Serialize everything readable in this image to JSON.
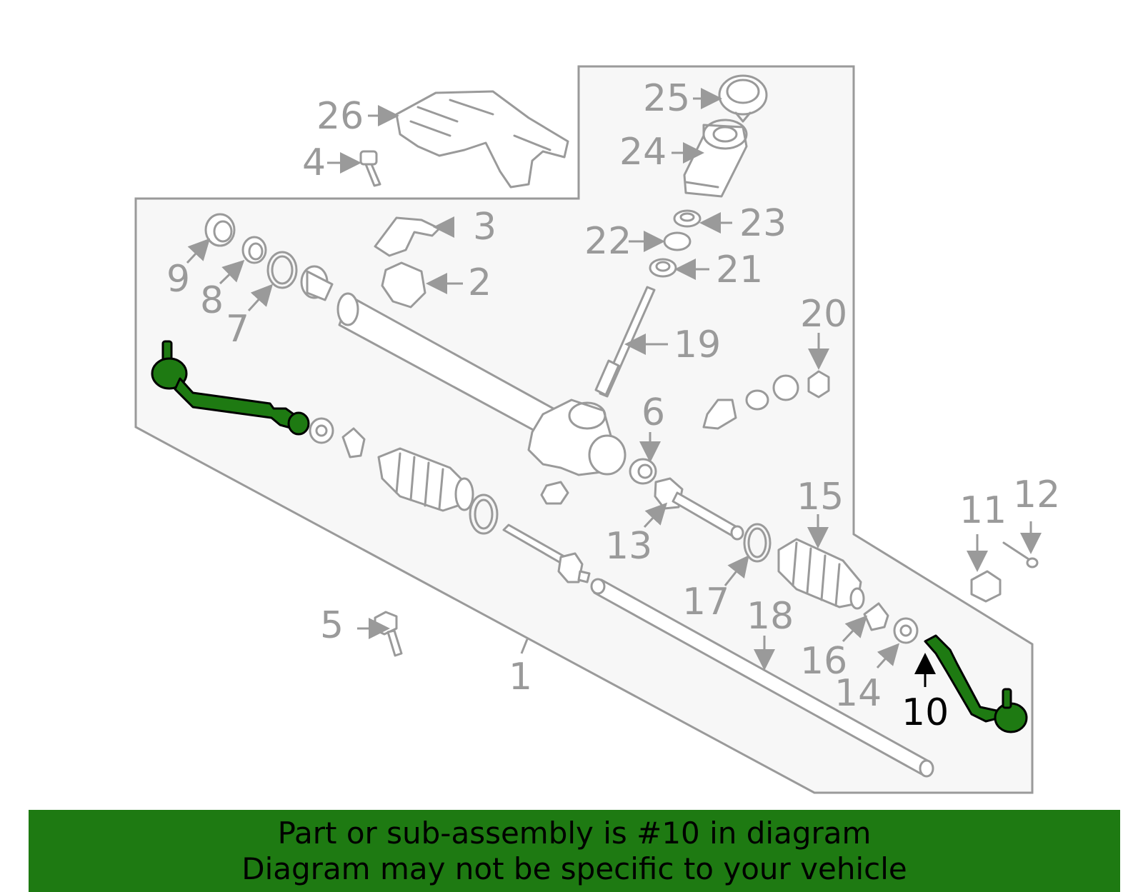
{
  "callouts": {
    "c1": "1",
    "c2": "2",
    "c3": "3",
    "c4": "4",
    "c5": "5",
    "c6": "6",
    "c7": "7",
    "c8": "8",
    "c9": "9",
    "c10": "10",
    "c11": "11",
    "c12": "12",
    "c13": "13",
    "c14": "14",
    "c15": "15",
    "c16": "16",
    "c17": "17",
    "c18": "18",
    "c19": "19",
    "c20": "20",
    "c21": "21",
    "c22": "22",
    "c23": "23",
    "c24": "24",
    "c25": "25",
    "c26": "26"
  },
  "highlighted_part": "10",
  "colors": {
    "highlight": "#1e7a12",
    "line": "#9a9a9a",
    "panel": "#f7f7f7"
  },
  "banner": {
    "line1": "Part or sub-assembly is #10 in diagram",
    "line2": "Diagram may not be specific to your vehicle"
  }
}
